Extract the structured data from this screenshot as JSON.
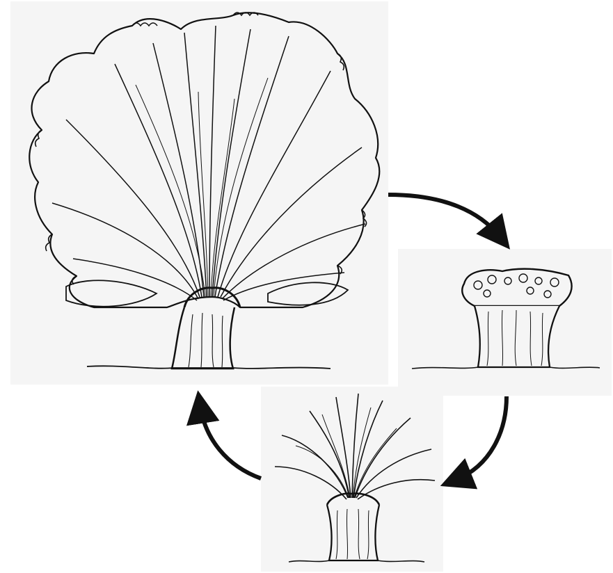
{
  "diagram": {
    "stages": [
      {
        "id": "mature",
        "depicts": "mature-pollard-tree"
      },
      {
        "id": "cut",
        "depicts": "freshly-pollarded-stump"
      },
      {
        "id": "regrowth",
        "depicts": "young-regrowth-shoots"
      }
    ],
    "arrows": [
      {
        "from": "mature",
        "to": "cut"
      },
      {
        "from": "cut",
        "to": "regrowth"
      },
      {
        "from": "regrowth",
        "to": "mature"
      }
    ],
    "colors": {
      "ink": "#111111",
      "panel_background": "#f5f5f5",
      "page_background": "#ffffff"
    }
  }
}
